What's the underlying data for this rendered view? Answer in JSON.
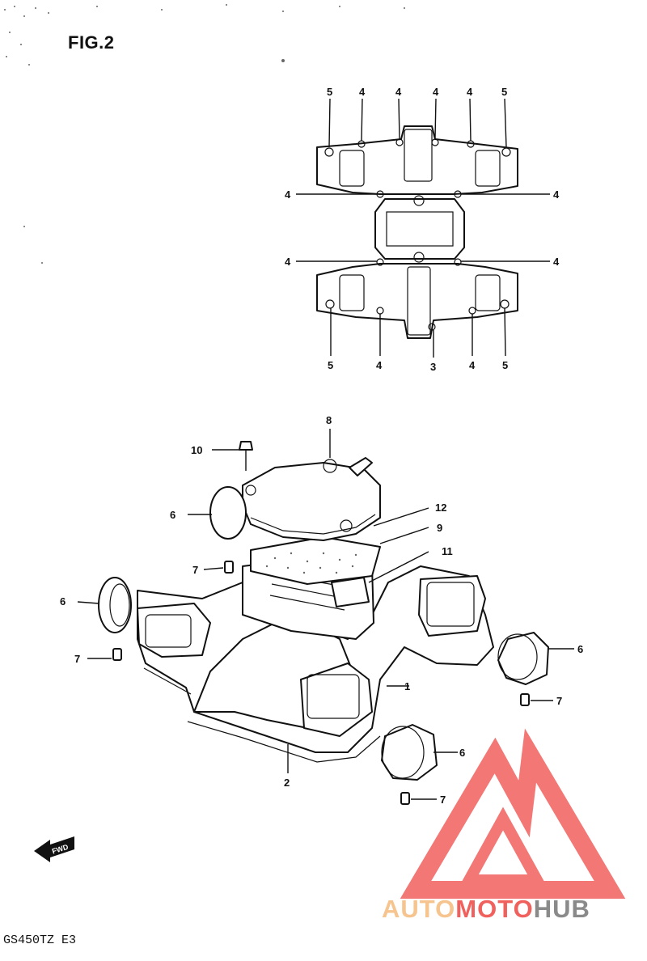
{
  "figure": {
    "title": "FIG.2",
    "model_code": "GS450TZ E3"
  },
  "top_view": {
    "callouts": [
      "5",
      "4",
      "4",
      "4",
      "4",
      "5",
      "4",
      "4",
      "4",
      "4",
      "5",
      "4",
      "3",
      "4",
      "5"
    ]
  },
  "exploded_view": {
    "callouts": [
      "8",
      "10",
      "6",
      "12",
      "9",
      "11",
      "7",
      "6",
      "7",
      "1",
      "6",
      "7",
      "2",
      "6",
      "7"
    ]
  },
  "fwd_label": "FWD",
  "watermark": {
    "part1": "AUTO",
    "part2": "MOTO",
    "part3": "HUB",
    "colors": {
      "triangle": "#f0605d",
      "auto": "#f6c48f",
      "moto": "#f0605d",
      "hub": "#8a8a8a"
    }
  }
}
